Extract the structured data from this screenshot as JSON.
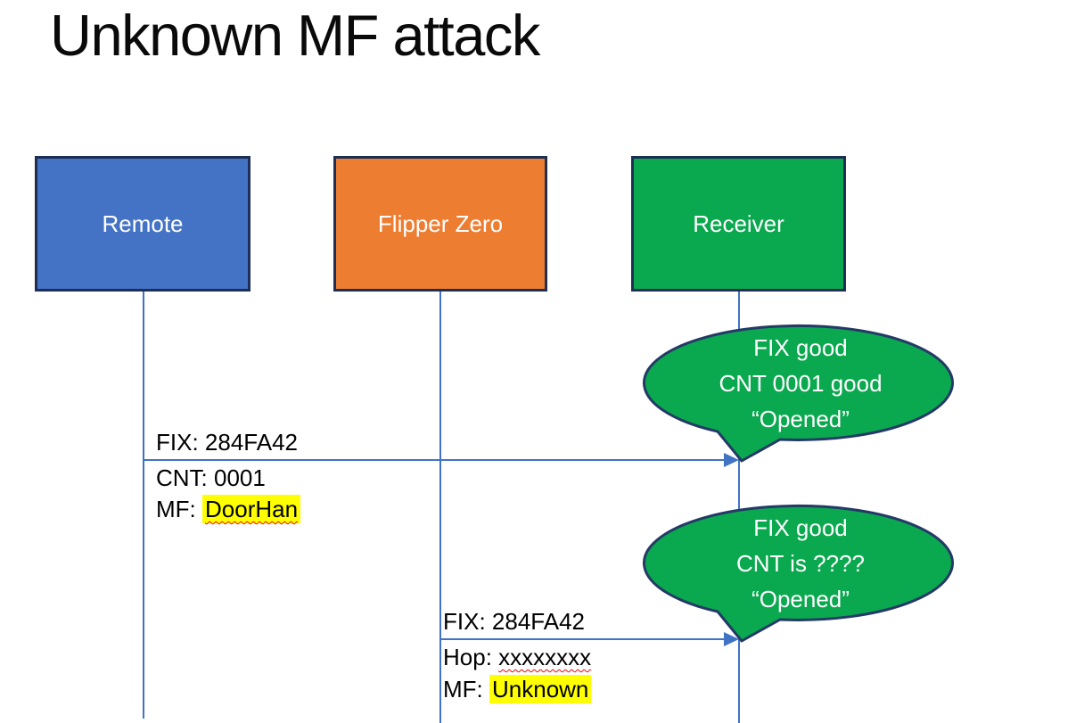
{
  "slide": {
    "title": "Unknown MF attack"
  },
  "actors": {
    "remote": {
      "label": "Remote",
      "fill": "#4472C4"
    },
    "flipper": {
      "label": "Flipper Zero",
      "fill": "#ED7D31"
    },
    "receiver": {
      "label": "Receiver",
      "fill": "#0AA84F"
    }
  },
  "message1": {
    "fix": "FIX: 284FA42",
    "cnt": "CNT: 0001",
    "mf_prefix": "MF: ",
    "mf_value": "DoorHan"
  },
  "message2": {
    "fix": "FIX: 284FA42",
    "hop_prefix": "Hop: ",
    "hop_value": "xxxxxxxx",
    "mf_prefix": "MF: ",
    "mf_value": "Unknown"
  },
  "callout1": {
    "line1": "FIX good",
    "line2": "CNT 0001 good",
    "line3": "“Opened”"
  },
  "callout2": {
    "line1": "FIX good",
    "line2": "CNT is ????",
    "line3": "“Opened”"
  },
  "colors": {
    "actor_border": "#1E2F55",
    "lifeline": "#4173C4",
    "arrow": "#4173C4",
    "bubble_fill": "#0AA84F",
    "bubble_border": "#243A66",
    "highlight": "#FFFF00",
    "squiggle": "#FF0000",
    "title_text": "#0A0A0A",
    "label_text": "#000000",
    "actor_text": "#FFFFFF"
  }
}
